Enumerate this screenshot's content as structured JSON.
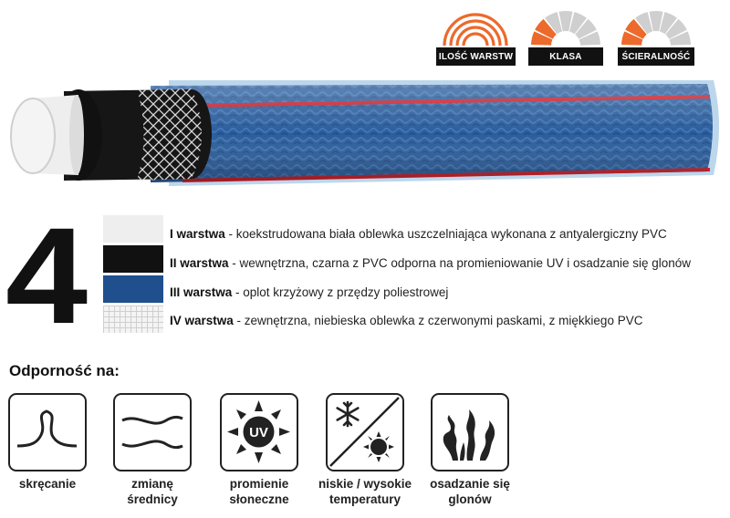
{
  "ratings": [
    {
      "label": "ILOŚĆ WARSTW",
      "icon": "layers-rating-icon",
      "filled": 4,
      "total": 4
    },
    {
      "label": "KLASA",
      "icon": "class-rating-gauge-icon",
      "filled": 2,
      "total": 7
    },
    {
      "label": "ŚCIERALNOŚĆ",
      "icon": "abrasion-rating-gauge-icon",
      "filled": 2,
      "total": 7
    }
  ],
  "layer_count": "4",
  "layers": [
    {
      "name": "I warstwa",
      "desc": " - koekstrudowana biała oblewka uszczelniająca wykonana z antyalergiczny PVC"
    },
    {
      "name": "II warstwa",
      "desc": " - wewnętrzna, czarna z PVC odporna na promieniowanie UV i osadzanie się glonów"
    },
    {
      "name": "III warstwa",
      "desc": " - oplot krzyżowy z przędzy poliestrowej"
    },
    {
      "name": "IV warstwa",
      "desc": " - zewnętrzna, niebieska oblewka z czerwonymi paskami, z miękkiego PVC"
    }
  ],
  "resistance": {
    "title": "Odporność na:",
    "items": [
      {
        "icon": "twist-loop-icon",
        "line1": "skręcanie",
        "line2": ""
      },
      {
        "icon": "diameter-change-icon",
        "line1": "zmianę",
        "line2": "średnicy"
      },
      {
        "icon": "uv-sun-icon",
        "line1": "promienie",
        "line2": "słoneczne"
      },
      {
        "icon": "snowflake-sun-icon",
        "line1": "niskie / wysokie",
        "line2": "temperatury"
      },
      {
        "icon": "algae-icon",
        "line1": "osadzanie się",
        "line2": "glonów"
      }
    ]
  },
  "colors": {
    "accent_orange": "#ec6a2c",
    "gauge_grey": "#cfcfcf",
    "hose_blue": "#2b5d9c",
    "hose_red_stripe": "#c8202b",
    "dark": "#111111"
  }
}
